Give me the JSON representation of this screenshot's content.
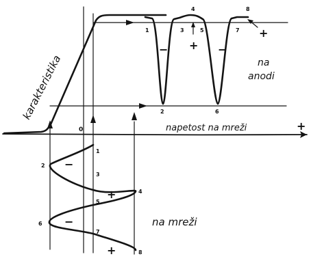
{
  "labels": {
    "characteristic": "karakteristika",
    "grid_voltage_axis": "napetost na mreži",
    "anode_line1": "na",
    "anode_line2": "anodi",
    "grid": "na mreži",
    "origin": "0",
    "axis_plus": "+"
  },
  "grid_wave": {
    "points": [
      "1",
      "2",
      "3",
      "4",
      "5",
      "6",
      "7",
      "8"
    ],
    "signs": [
      "−",
      "+",
      "−",
      "+"
    ]
  },
  "anode_wave": {
    "top_points": [
      "1",
      "3",
      "4",
      "5",
      "7",
      "8"
    ],
    "bottom_points": [
      "2",
      "6"
    ],
    "signs": [
      "−",
      "+",
      "−",
      "+"
    ]
  }
}
